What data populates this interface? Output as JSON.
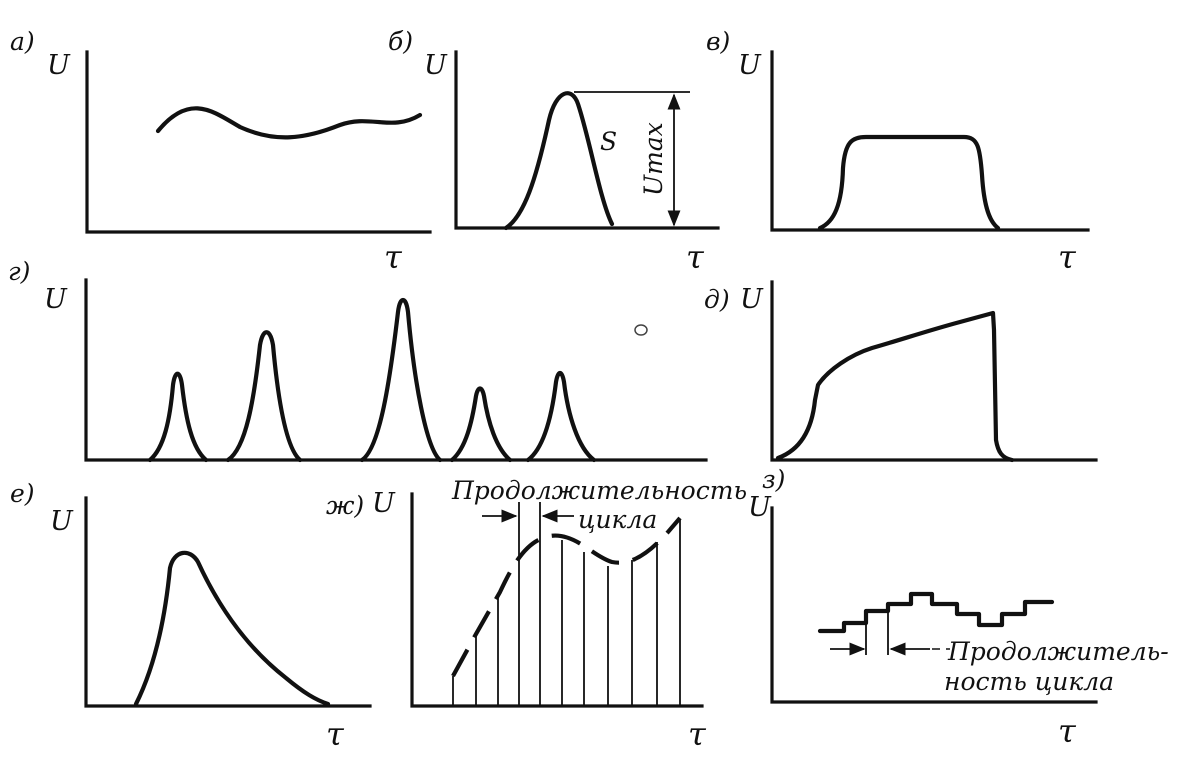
{
  "figure": {
    "panels": [
      {
        "id": "a",
        "label": "а)",
        "y_axis": "U",
        "x_axis": "τ"
      },
      {
        "id": "b",
        "label": "б)",
        "y_axis": "U",
        "x_axis": "τ",
        "peak_label": "S",
        "amplitude_label": "Umax"
      },
      {
        "id": "v",
        "label": "в)",
        "y_axis": "U",
        "x_axis": "τ"
      },
      {
        "id": "g",
        "label": "г)",
        "y_axis": "U"
      },
      {
        "id": "d",
        "label": "д)",
        "y_axis": "U"
      },
      {
        "id": "e",
        "label": "е)",
        "y_axis": "U",
        "x_axis": "τ"
      },
      {
        "id": "zh",
        "label": "ж)",
        "y_axis": "U",
        "x_axis": "τ",
        "cycle_label_line1": "Продолжительность",
        "cycle_label_line2": "цикла"
      },
      {
        "id": "z",
        "label": "з)",
        "y_axis": "U",
        "x_axis": "τ",
        "cycle_label_line1": "Продолжитель-",
        "cycle_label_line2": "ность цикла"
      }
    ]
  }
}
